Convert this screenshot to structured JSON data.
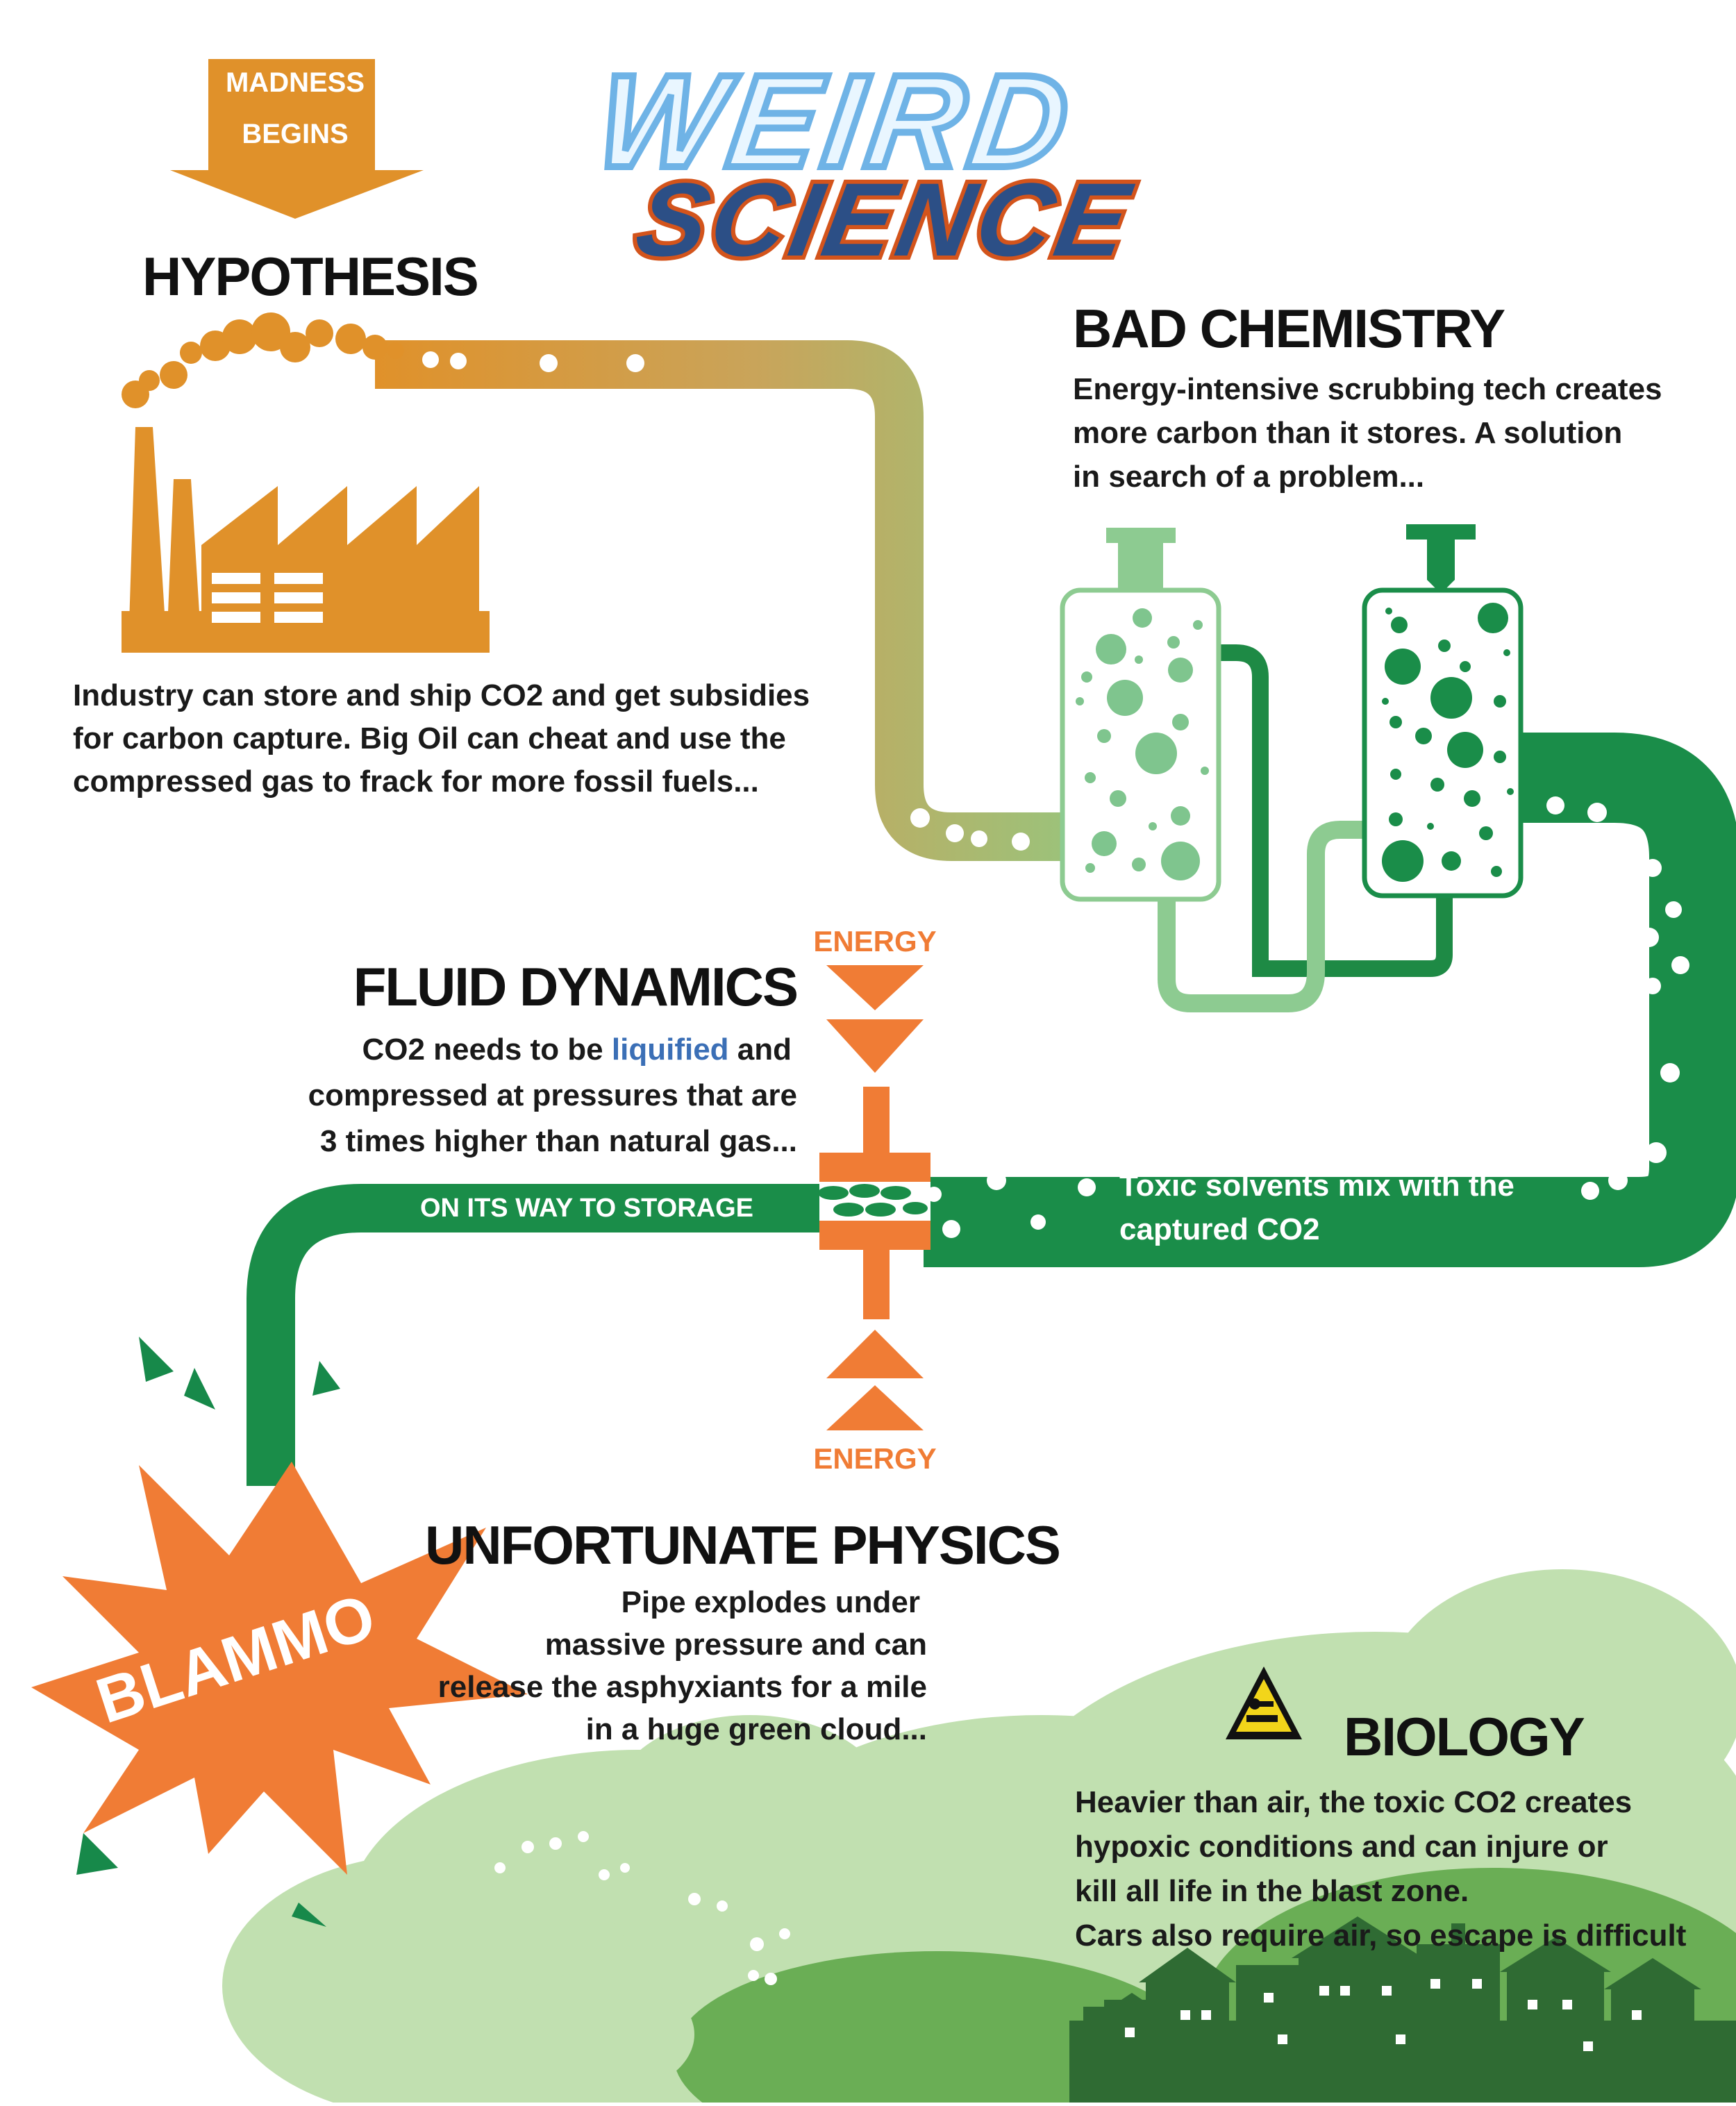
{
  "logo": {
    "word1": "WEIRD",
    "word2": "SCIENCE"
  },
  "start_arrow": {
    "line1": "MADNESS",
    "line2": "BEGINS"
  },
  "hypothesis": {
    "title": "HYPOTHESIS",
    "lines": [
      "Industry can store and ship CO2 and get subsidies",
      "for carbon capture. Big Oil can cheat and use the",
      "compressed gas to frack for more fossil fuels..."
    ]
  },
  "bad_chemistry": {
    "title": "BAD CHEMISTRY",
    "lines": [
      "Energy-intensive scrubbing tech creates",
      "more carbon than it stores. A solution",
      "in search of a problem..."
    ]
  },
  "fluid_dynamics": {
    "title": "FLUID DYNAMICS",
    "line1_before": "CO2 needs to be ",
    "line1_highlight": "liquified",
    "line1_after": " and",
    "lines": [
      "compressed at pressures that are",
      "3 times higher than natural gas..."
    ]
  },
  "energy_labels": {
    "top": "ENERGY",
    "bottom": "ENERGY"
  },
  "pipe_labels": {
    "storage": "ON ITS WAY TO STORAGE",
    "toxic_line1": "Toxic solvents mix with the",
    "toxic_line2": "captured CO2"
  },
  "explosion": {
    "label": "BLAMMO"
  },
  "unfortunate_physics": {
    "title": "UNFORTUNATE PHYSICS",
    "lines": [
      "Pipe explodes under",
      "massive pressure and can",
      "release the asphyxiants for a mile",
      "in a huge green cloud..."
    ]
  },
  "biology": {
    "title": "BIOLOGY",
    "icon": "warning-asphyxiation-icon",
    "lines": [
      "Heavier than air, the toxic CO2 creates",
      "hypoxic conditions and can injure or",
      "kill all life in the blast zone.",
      "Cars also require air, so escape is difficult"
    ]
  },
  "colors": {
    "orange": "#e8902a",
    "bright_orange": "#f07c35",
    "dark_green": "#17894a",
    "mid_green": "#5aa24a",
    "light_green": "#b9dcaa",
    "pale_green": "#7fc58e",
    "highlight_blue": "#3b6fb6",
    "logo_blue": "#2c4f86",
    "logo_orange": "#d3541c"
  }
}
